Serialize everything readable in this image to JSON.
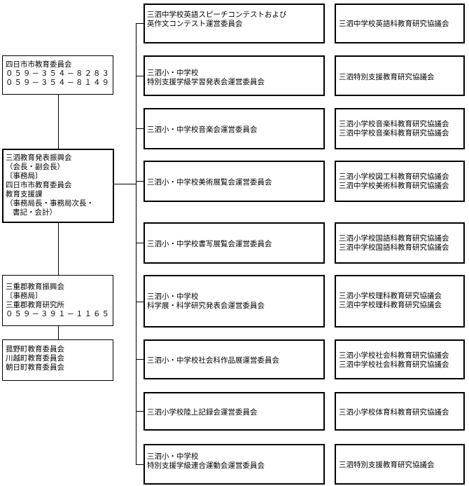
{
  "left": {
    "yokkaichi_board": {
      "name": "四日市市教育委員会",
      "phone1": "０５９－３５４－８２８３",
      "phone2": "０５９－３５４－８１４９"
    },
    "sanshi_association": {
      "lines": [
        "三泗教育発表振興会",
        "（会長・副会長）",
        "〔事務局〕",
        "四日市市教育委員会",
        "教育支援課",
        "（事務局長・事務局次長・",
        "書記・会計）"
      ]
    },
    "mie_gun": {
      "lines": [
        "三重郡教育振興会",
        "〔事務局〕",
        "三重郡教育研究所"
      ],
      "phone": "０５９－３９１－１１６５"
    },
    "towns": {
      "lines": [
        "菰野町教育委員会",
        "川越町教育委員会",
        "朝日町教育委員会"
      ]
    }
  },
  "committees": [
    {
      "lines": [
        "三泗中学校英語スピーチコンテストおよび",
        "英作文コンテスト運営委員会"
      ],
      "research": [
        "三泗中学校英語科教育研究協議会"
      ]
    },
    {
      "lines": [
        "三泗小・中学校",
        "特別支援学級学習発表会運営委員会"
      ],
      "research": [
        "三泗特別支援教育研究協議会"
      ]
    },
    {
      "lines": [
        "三泗小・中学校音楽会運営委員会"
      ],
      "research": [
        "三泗小学校音楽科教育研究協議会",
        "三泗中学校音楽科教育研究協議会"
      ]
    },
    {
      "lines": [
        "三泗小・中学校美術展覧会運営委員会"
      ],
      "research": [
        "三泗小学校図工科教育研究協議会",
        "三泗中学校美術科教育研究協議会"
      ]
    },
    {
      "lines": [
        "三泗小・中学校書写展覧会運営委員会"
      ],
      "research": [
        "三泗小学校国語科教育研究協議会",
        "三泗中学校国語科教育研究協議会"
      ]
    },
    {
      "lines": [
        "三泗小・中学校",
        "科学展・科学研究発表会運営委員会"
      ],
      "research": [
        "三泗小学校理科教育研究協議会",
        "三泗中学校理科教育研究協議会"
      ]
    },
    {
      "lines": [
        "三泗小・中学校社会科作品展運営委員会"
      ],
      "research": [
        "三泗小学校社会科教育研究協議会",
        "三泗中学校社会科教育研究協議会"
      ]
    },
    {
      "lines": [
        "三泗小学校陸上記録会運営委員会"
      ],
      "research": [
        "三泗小学校体育科教育研究協議会"
      ]
    },
    {
      "lines": [
        "三泗小・中学校",
        "特別支援学級連合運動会運営委員会"
      ],
      "research": [
        "三泗特別支援教育研究協議会"
      ]
    }
  ]
}
